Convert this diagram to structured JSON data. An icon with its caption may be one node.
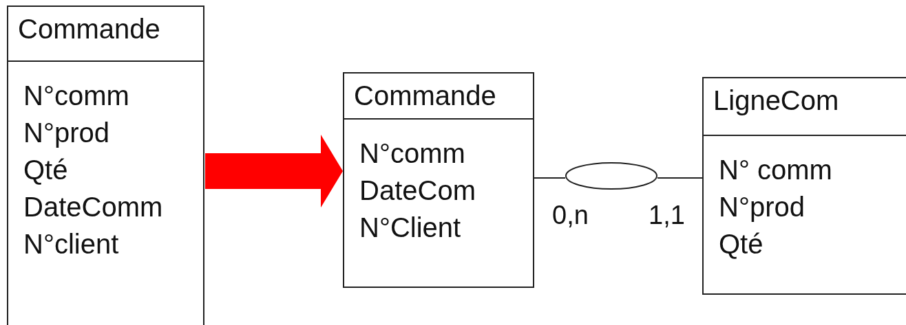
{
  "diagram": {
    "nodes": [
      {
        "text": [
          "Commande",
          "N°comm",
          "N°prod",
          "Qté",
          "DateComm",
          "N°client"
        ]
      },
      {
        "text": [
          "Commande",
          "N°comm",
          "DateCom",
          "N°Client"
        ]
      },
      {
        "text": [],
        "shape": "ellipse"
      },
      {
        "text": [
          "LigneCom",
          "N° comm",
          "N°prod",
          "Qté"
        ]
      }
    ],
    "edges": [
      {
        "from": 0,
        "to": 1,
        "arrow": "to",
        "style": "thick",
        "color": "#ff0000"
      },
      {
        "from": 1,
        "to": 2,
        "arrow": "none",
        "label": "0,n"
      },
      {
        "from": 2,
        "to": 3,
        "arrow": "none",
        "label": "1,1"
      }
    ]
  }
}
